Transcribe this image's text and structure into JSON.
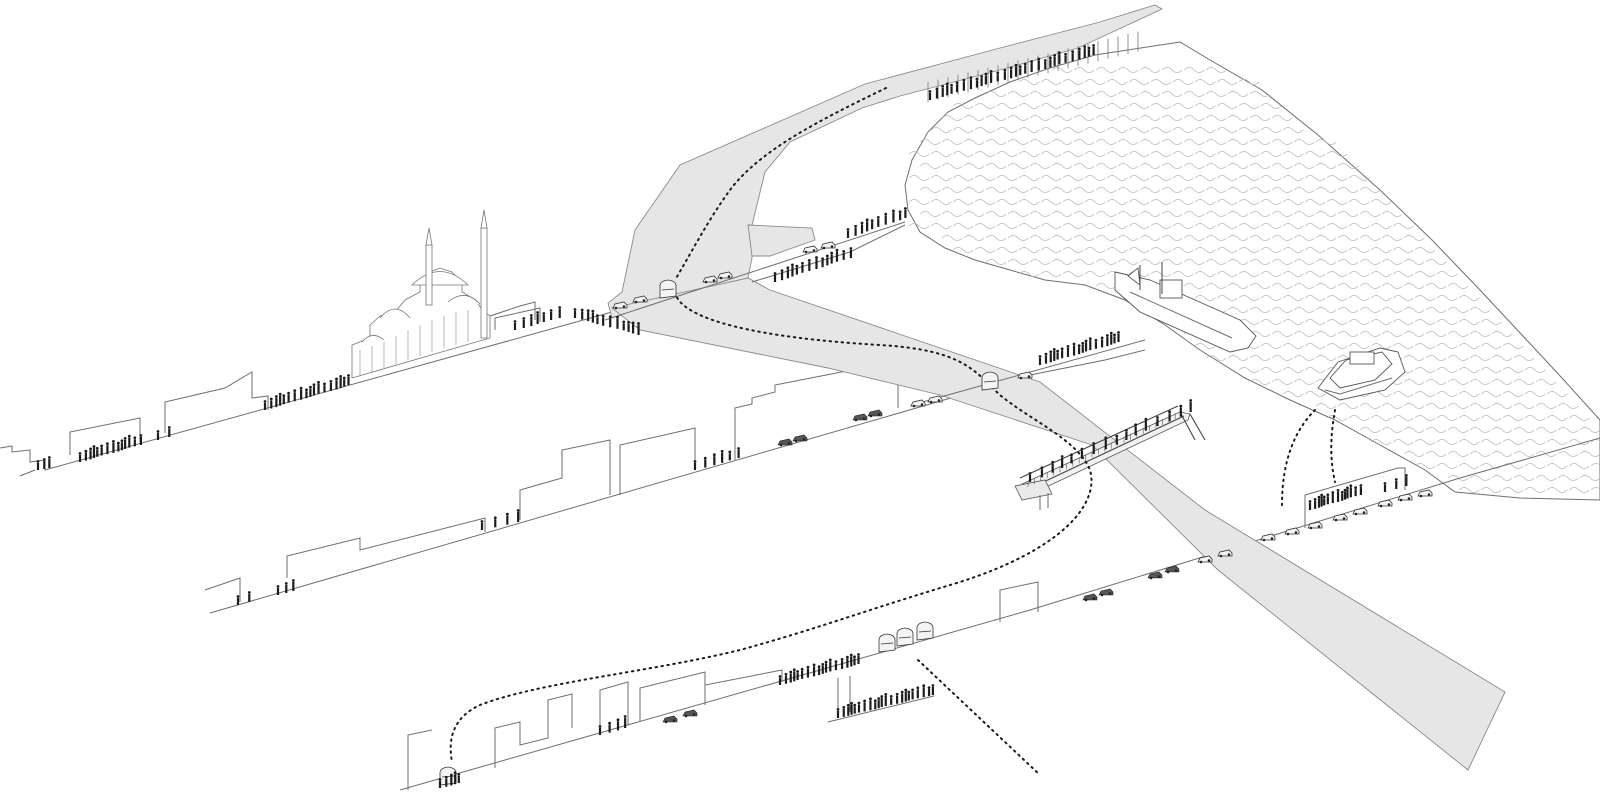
{
  "diagram": {
    "layers": [
      "terrain-strips",
      "overpass-road",
      "water-body",
      "crowds",
      "vehicles",
      "mosque",
      "ships",
      "route-lines",
      "footbridge"
    ]
  },
  "colors": {
    "background": "#ffffff",
    "road_fill": "#e6e6e6",
    "line": "#6e6e6e",
    "figures": "#1c1c1c",
    "water_lines": "#b9b9b9"
  },
  "icons": [
    "mosque-icon",
    "ship-icon",
    "ferry-icon",
    "car-icon",
    "tram-icon",
    "crowd-icon"
  ]
}
